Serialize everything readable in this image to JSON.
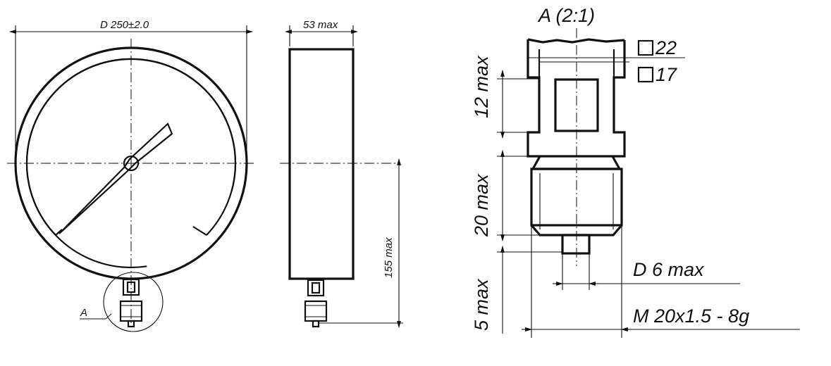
{
  "labels": {
    "diameter": "D 250±2.0",
    "depth": "53 max",
    "height_155": "155 max",
    "detail_ref": "A",
    "detail_title": "A (2:1)",
    "square_22": "22",
    "square_17": "17",
    "dim_12": "12 max",
    "dim_20": "20 max",
    "dim_5": "5 max",
    "pin_diameter": "D 6 max",
    "thread": "M 20x1.5 - 8g"
  },
  "colors": {
    "ink": "#111111",
    "paper": "#ffffff"
  }
}
